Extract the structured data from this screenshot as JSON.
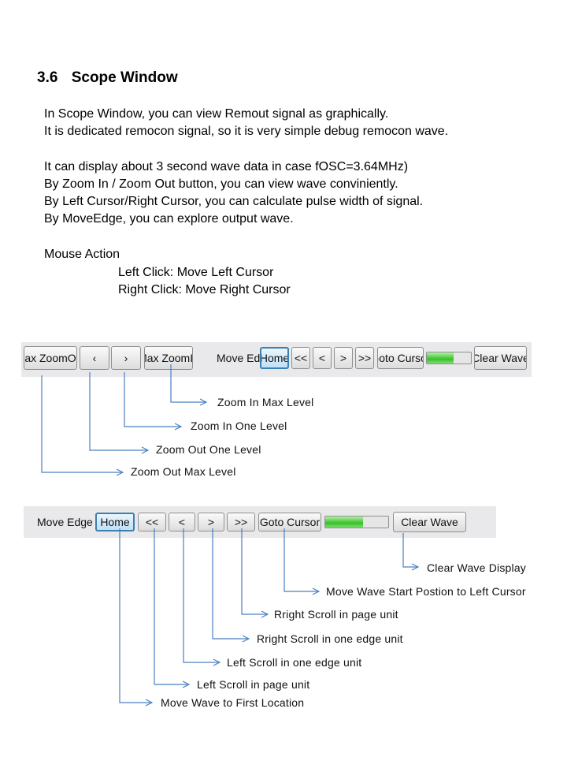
{
  "section": {
    "number": "3.6",
    "title": "Scope Window"
  },
  "paragraphs": [
    "In Scope Window, you can view Remout signal as graphically.",
    "It is dedicated remocon signal, so it is very simple debug remocon wave.",
    "It can display about 3 second wave data in case fOSC=3.64MHz)",
    "By  Zoom In / Zoom Out  button, you can view wave conviniently.",
    "By Left Cursor/Right Cursor, you can calculate pulse width of signal.",
    "By MoveEdge, you can explore output wave."
  ],
  "mouse": {
    "title": "Mouse Action",
    "left": "Left Click: Move Left Cursor",
    "right": "Right Click:  Move Right Cursor"
  },
  "toolbar1": {
    "max_zoom_out": "Max ZoomOut",
    "zoom_out_one": "‹",
    "zoom_in_one": "›",
    "max_zoom_in": "Max ZoomIn",
    "move_edge": "Move Edge",
    "home": "Home",
    "page_left": "<<",
    "edge_left": "<",
    "edge_right": ">",
    "page_right": ">>",
    "goto_cursor": "Goto Cursor",
    "progress": 0.6,
    "clear_wave": "Clear Wave"
  },
  "toolbar2": {
    "move_edge": "Move Edge",
    "home": "Home",
    "page_left": "<<",
    "edge_left": "<",
    "edge_right": ">",
    "page_right": ">>",
    "goto_cursor": "Goto Cursor",
    "progress": 0.6,
    "clear_wave": "Clear Wave"
  },
  "annotations1": {
    "zoom_in_max": "Zoom In Max Level",
    "zoom_in_one": "Zoom In One Level",
    "zoom_out_one": "Zoom Out One Level",
    "zoom_out_max": "Zoom Out Max Level"
  },
  "annotations2": {
    "clear_wave": "Clear Wave Display",
    "goto_cursor": "Move Wave Start Postion to Left Cursor",
    "page_right": "Rright Scroll in page unit",
    "edge_right": "Rright Scroll in one edge unit",
    "edge_left": "Left Scroll in one edge unit",
    "page_left": "Left Scroll in page unit",
    "home": "Move Wave to First Location"
  },
  "colors": {
    "home_border": "#3c7fb1",
    "progress_green": "#37c12a",
    "arrow_line": "#4a7fc0"
  }
}
